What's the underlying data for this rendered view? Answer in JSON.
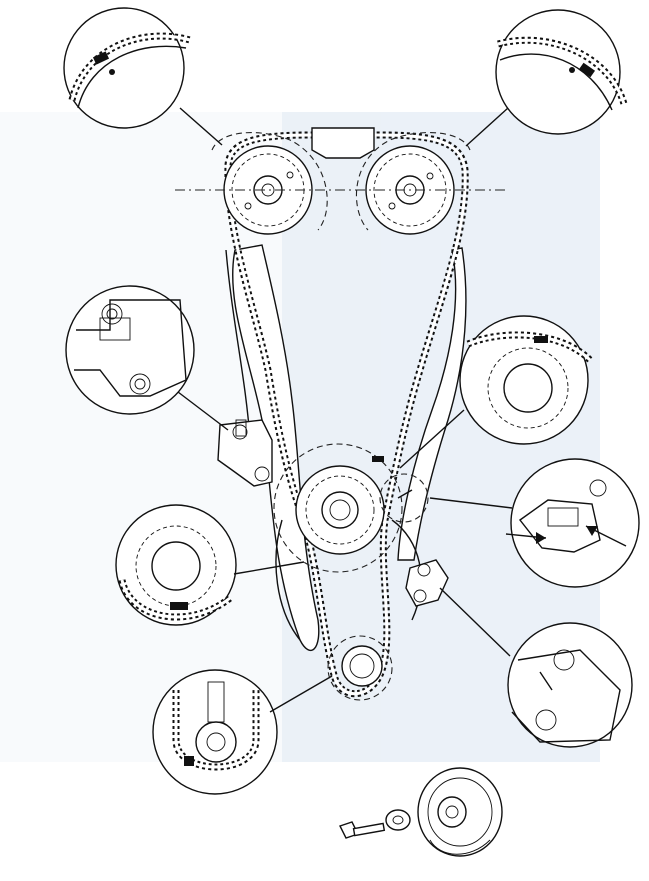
{
  "diagram": {
    "type": "timing-chain-assembly",
    "colors": {
      "line": "#111111",
      "watermark_panel": "#dbe6f2",
      "background": "#ffffff"
    },
    "components": [
      "camshaft-sprocket-intake",
      "camshaft-sprocket-exhaust",
      "timing-chain",
      "chain-guide-left",
      "chain-guide-right",
      "chain-tensioner",
      "intermediate-sprocket",
      "crankshaft-sprocket",
      "crankshaft-pulley",
      "pulley-bolt",
      "pulley-washer"
    ],
    "detail_callouts": 8
  }
}
